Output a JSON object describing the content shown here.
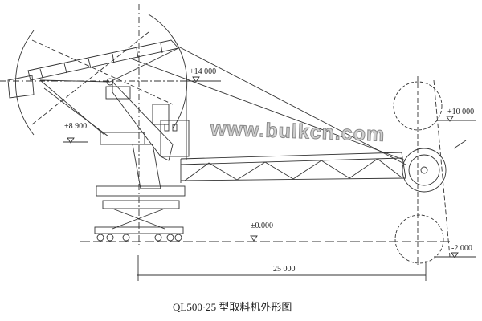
{
  "drawing": {
    "caption": "QL500·25 型取料机外形图",
    "watermark": "www.bulkcn.com",
    "elevations": {
      "top": "+14 000",
      "wheel": "+10 000",
      "counterweight": "+8 900",
      "ground": "±0.000",
      "bottom": "-2 000"
    },
    "dimension": "25 000"
  }
}
